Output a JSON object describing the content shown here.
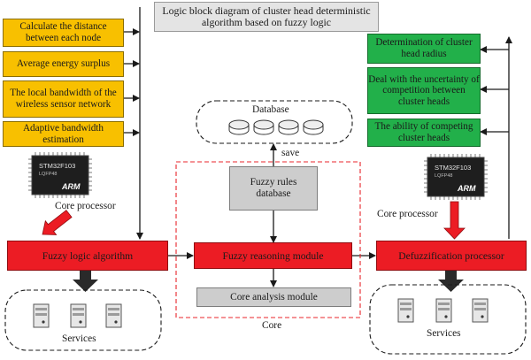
{
  "title": "Logic block diagram of cluster head deterministic algorithm based on fuzzy logic",
  "inputs": [
    "Calculate the distance between each node",
    "Average energy surplus",
    "The local bandwidth of the wireless sensor network",
    "Adaptive bandwidth estimation"
  ],
  "outputs": [
    "Determination of cluster head radius",
    "Deal with the uncertainty of competition between cluster heads",
    "The ability of competing cluster heads"
  ],
  "chip": {
    "model": "STM32F103",
    "package": "LQFP48",
    "brand": "ARM"
  },
  "core_processor_label": "Core processor",
  "modules": {
    "fuzzy_logic": "Fuzzy logic algorithm",
    "fuzzy_reasoning": "Fuzzy reasoning module",
    "defuzzification": "Defuzzification processor",
    "fuzzy_rules": "Fuzzy rules database",
    "core_analysis": "Core analysis module"
  },
  "database_label": "Database",
  "save_label": "save",
  "core_label": "Core",
  "services_label": "Services",
  "colors": {
    "input_fill": "#f8c000",
    "output_fill": "#22b04a",
    "module_fill": "#ec1c24",
    "core_fill": "#cdcdcd",
    "core_border": "#e8252b"
  },
  "icons": [
    "microchip-icon",
    "database-disk-icon",
    "server-icon",
    "arrow-right-icon",
    "arrow-down-icon"
  ]
}
